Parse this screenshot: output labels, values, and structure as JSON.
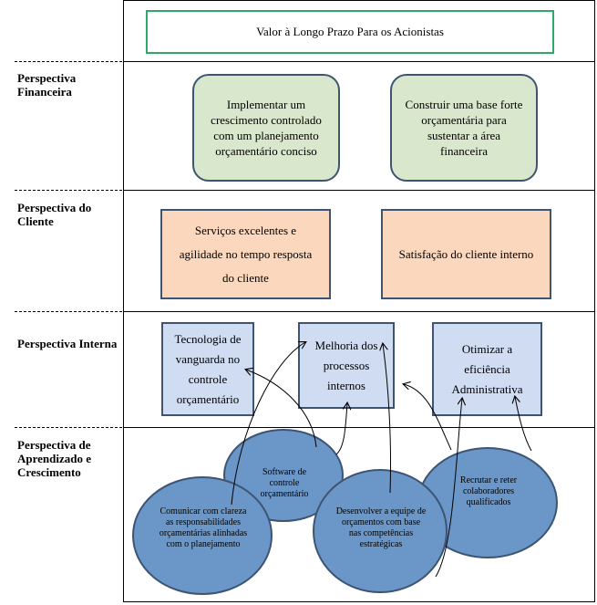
{
  "title": "Valor à Longo Prazo Para os Acionistas",
  "perspectives": {
    "financeira": "Perspectiva Financeira",
    "cliente": "Perspectiva do Cliente",
    "interna": "Perspectiva Interna",
    "aprendizado": "Perspectiva de Aprendizado e Crescimento"
  },
  "financial": {
    "box1": "Implementar um crescimento controlado com um planejamento orçamentário conciso",
    "box2": "Construir uma base forte orçamentária para sustentar a área financeira"
  },
  "client": {
    "box1": "Serviços excelentes e agilidade no tempo resposta do cliente",
    "box2": "Satisfação do cliente interno"
  },
  "internal": {
    "box1": "Tecnologia de vanguarda no controle orçamentário",
    "box2": "Melhoria dos processos internos",
    "box3": "Otimizar a eficiência Administrativa"
  },
  "learning": {
    "c_software": "Software de controle orçamentário",
    "c_comunicar": "Comunicar com clareza as responsabilidades orçamentárias alinhadas com o planejamento",
    "c_desenvolver": "Desenvolver a equipe de orçamentos com base nas competências estratégicas",
    "c_recrutar": "Recrutar e reter colaboradores qualificados"
  },
  "colors": {
    "green_border": "#2fa86a",
    "green_fill": "#d9e7cc",
    "orange_fill": "#fbd8bd",
    "blue_fill": "#cfdcf2",
    "circle_fill": "#6a96c8",
    "dark_border": "#3d5473"
  }
}
